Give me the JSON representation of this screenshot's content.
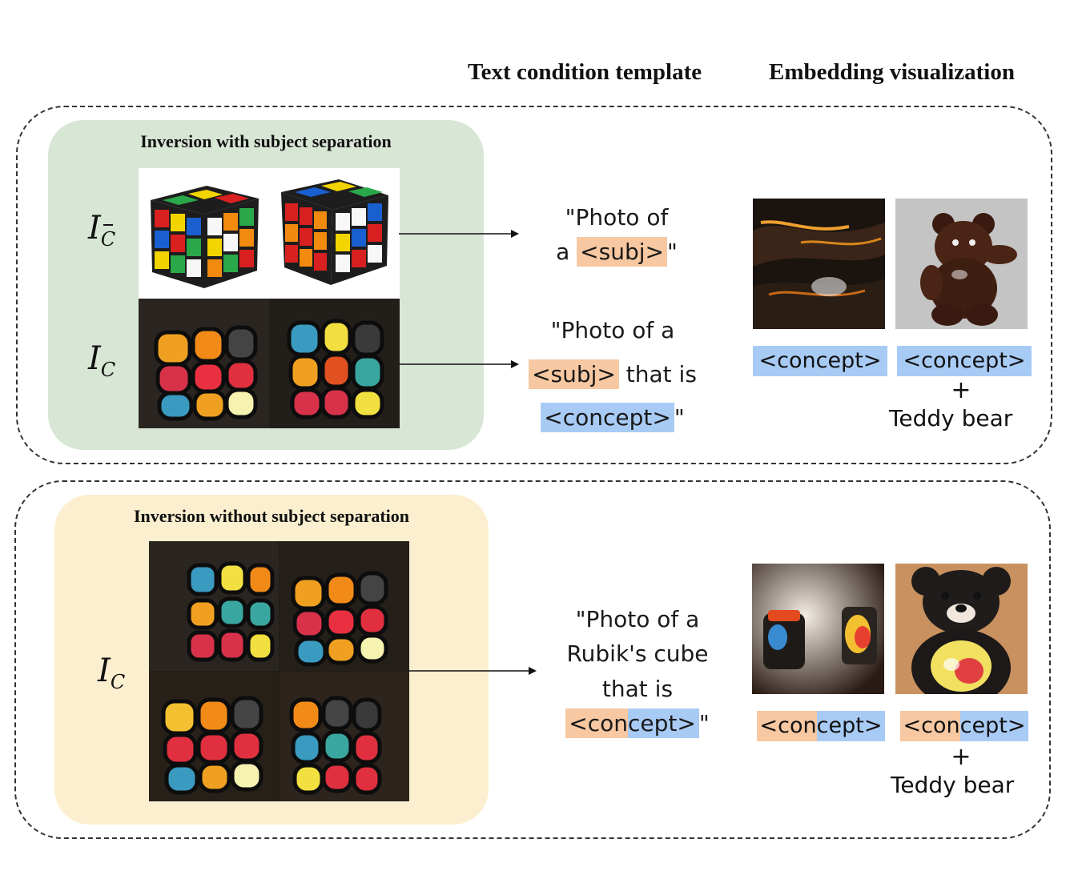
{
  "headers": {
    "text_condition": "Text condition template",
    "embedding_viz": "Embedding visualization"
  },
  "top": {
    "panel_title": "Inversion with subject separation",
    "label_cbar_main": "I",
    "label_cbar_sub": "C",
    "label_c_main": "I",
    "label_c_sub": "C",
    "prompt1_l1": "\"Photo of",
    "prompt1_l2_pre": "a ",
    "prompt1_subj": "<subj>",
    "prompt1_l2_post": "\"",
    "prompt2_l1": "\"Photo of a",
    "prompt2_subj": "<subj>",
    "prompt2_l2_post": " that is",
    "prompt2_concept": "<concept>",
    "prompt2_l3_post": "\"",
    "tag1": "<concept>",
    "tag2": "<concept>",
    "plus": "+",
    "teddy": "Teddy bear"
  },
  "bottom": {
    "panel_title": "Inversion without subject separation",
    "label_c_main": "I",
    "label_c_sub": "C",
    "prompt_l1": "\"Photo of a",
    "prompt_l2": "Rubik's cube",
    "prompt_l3": "that is",
    "prompt_concept_a": "<con",
    "prompt_concept_b": "cept>",
    "prompt_end": "\"",
    "tag1_a": "<con",
    "tag1_b": "cept>",
    "tag2_a": "<con",
    "tag2_b": "cept>",
    "plus": "+",
    "teddy": "Teddy bear"
  },
  "colors": {
    "green_panel": "#d8e6d5",
    "yellow_panel": "#fbefcf",
    "subj_highlight": "#f7c8a1",
    "concept_highlight": "#a8cbf5"
  }
}
